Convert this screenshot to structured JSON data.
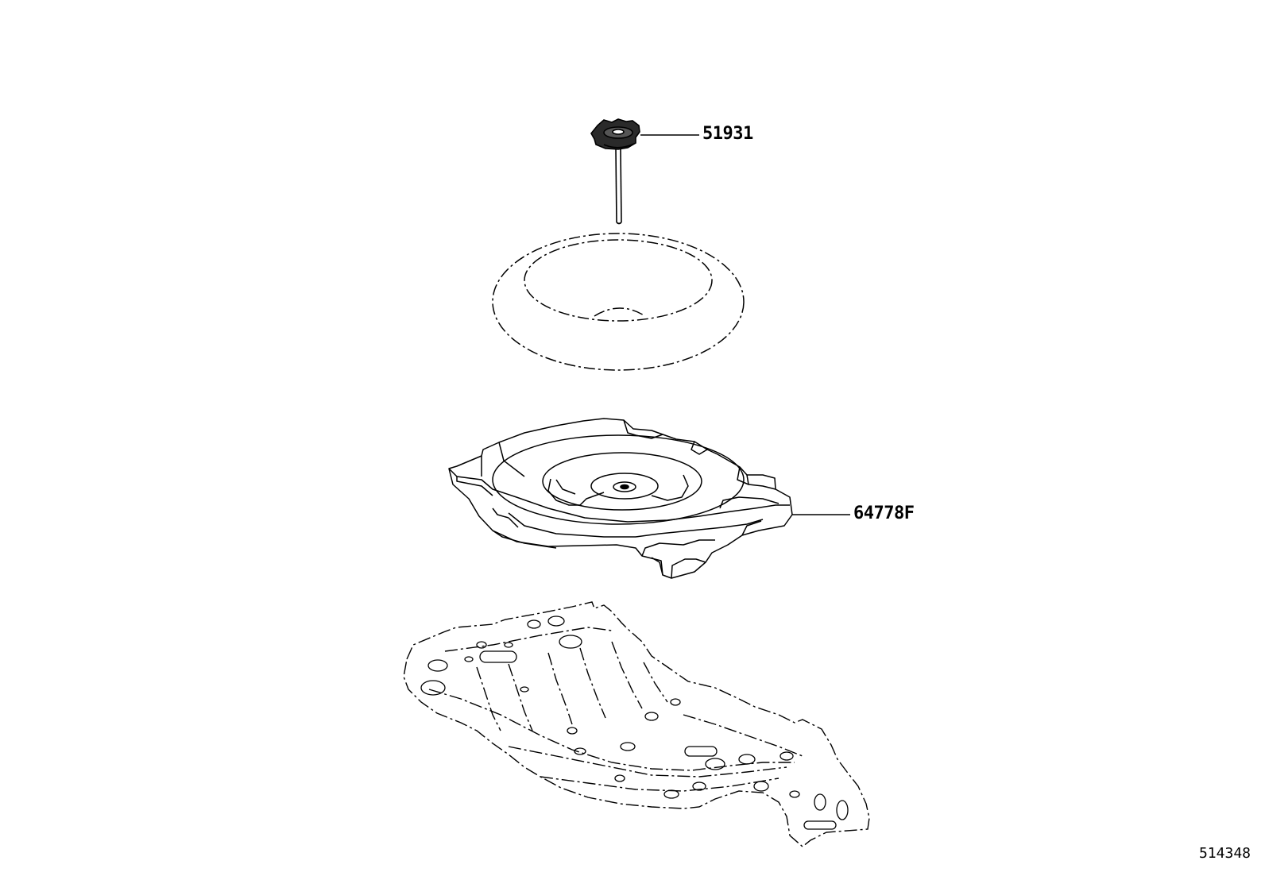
{
  "parts": [
    {
      "part_number": "51931",
      "component": "spare-wheel-lock-bolt"
    },
    {
      "part_number": "64778F",
      "component": "spare-tire-cover-tray"
    }
  ],
  "diagram_id": "514348",
  "colors": {
    "line": "#000000",
    "background": "#ffffff"
  }
}
